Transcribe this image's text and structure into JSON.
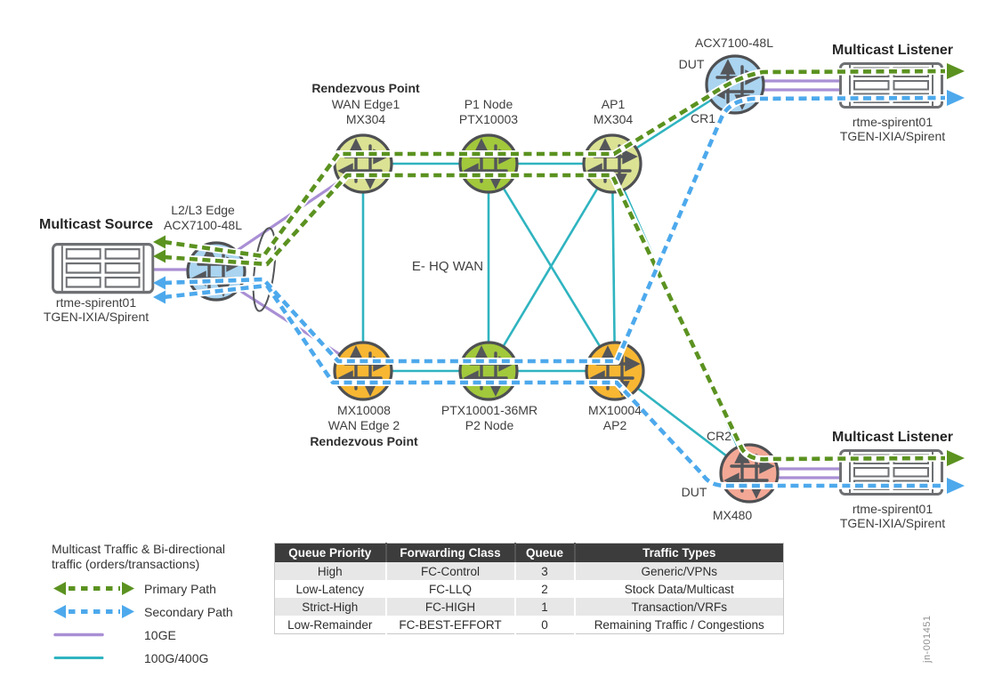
{
  "colors": {
    "primary_path_green": "#5b9220",
    "secondary_path_blue": "#4da9ec",
    "link_10ge_purple": "#a98fd4",
    "link_100g_teal": "#2fb4c0",
    "node_light_green": "#dbe293",
    "node_green": "#a2c83c",
    "node_orange": "#f7b733",
    "node_blue": "#aad4f0",
    "node_salmon": "#f3a895",
    "node_outline_gray": "#4e5053",
    "table_header_bg": "#3c3c3c",
    "table_alt_row_bg": "#e7e7e7"
  },
  "diagram": {
    "region_label": "E- HQ WAN",
    "figure_id": "jn-001451",
    "source": {
      "title": "Multicast Source",
      "device": "rtme-spirent01",
      "platform": "TGEN-IXIA/Spirent"
    },
    "listener_top": {
      "title": "Multicast Listener",
      "device": "rtme-spirent01",
      "platform": "TGEN-IXIA/Spirent"
    },
    "listener_bottom": {
      "title": "Multicast Listener",
      "device": "rtme-spirent01",
      "platform": "TGEN-IXIA/Spirent"
    },
    "nodes": {
      "l2l3_edge": {
        "line1": "L2/L3 Edge",
        "line2": "ACX7100-48L"
      },
      "wan_edge1": {
        "role": "Rendezvous Point",
        "line1": "WAN Edge1",
        "line2": "MX304"
      },
      "p1": {
        "line1": "P1 Node",
        "line2": "PTX10003"
      },
      "ap1": {
        "line1": "AP1",
        "line2": "MX304"
      },
      "wan_edge2": {
        "line1": "MX10008",
        "line2": "WAN Edge 2",
        "role": "Rendezvous Point"
      },
      "p2": {
        "line1": "PTX10001-36MR",
        "line2": "P2 Node"
      },
      "ap2": {
        "line1": "MX10004",
        "line2": "AP2"
      },
      "cr1": {
        "model": "ACX7100-48L",
        "dut": "DUT",
        "name": "CR1"
      },
      "cr2": {
        "name": "CR2",
        "dut": "DUT",
        "model": "MX480"
      }
    }
  },
  "legend": {
    "caption_line1": "Multicast Traffic & Bi-directional",
    "caption_line2": "traffic (orders/transactions)",
    "items": [
      {
        "label": "Primary Path"
      },
      {
        "label": "Secondary Path"
      },
      {
        "label": "10GE"
      },
      {
        "label": "100G/400G"
      }
    ]
  },
  "qos_table": {
    "headers": [
      "Queue Priority",
      "Forwarding Class",
      "Queue",
      "Traffic Types"
    ],
    "rows": [
      [
        "High",
        "FC-Control",
        "3",
        "Generic/VPNs"
      ],
      [
        "Low-Latency",
        "FC-LLQ",
        "2",
        "Stock Data/Multicast"
      ],
      [
        "Strict-High",
        "FC-HIGH",
        "1",
        "Transaction/VRFs"
      ],
      [
        "Low-Remainder",
        "FC-BEST-EFFORT",
        "0",
        "Remaining Traffic / Congestions"
      ]
    ]
  }
}
